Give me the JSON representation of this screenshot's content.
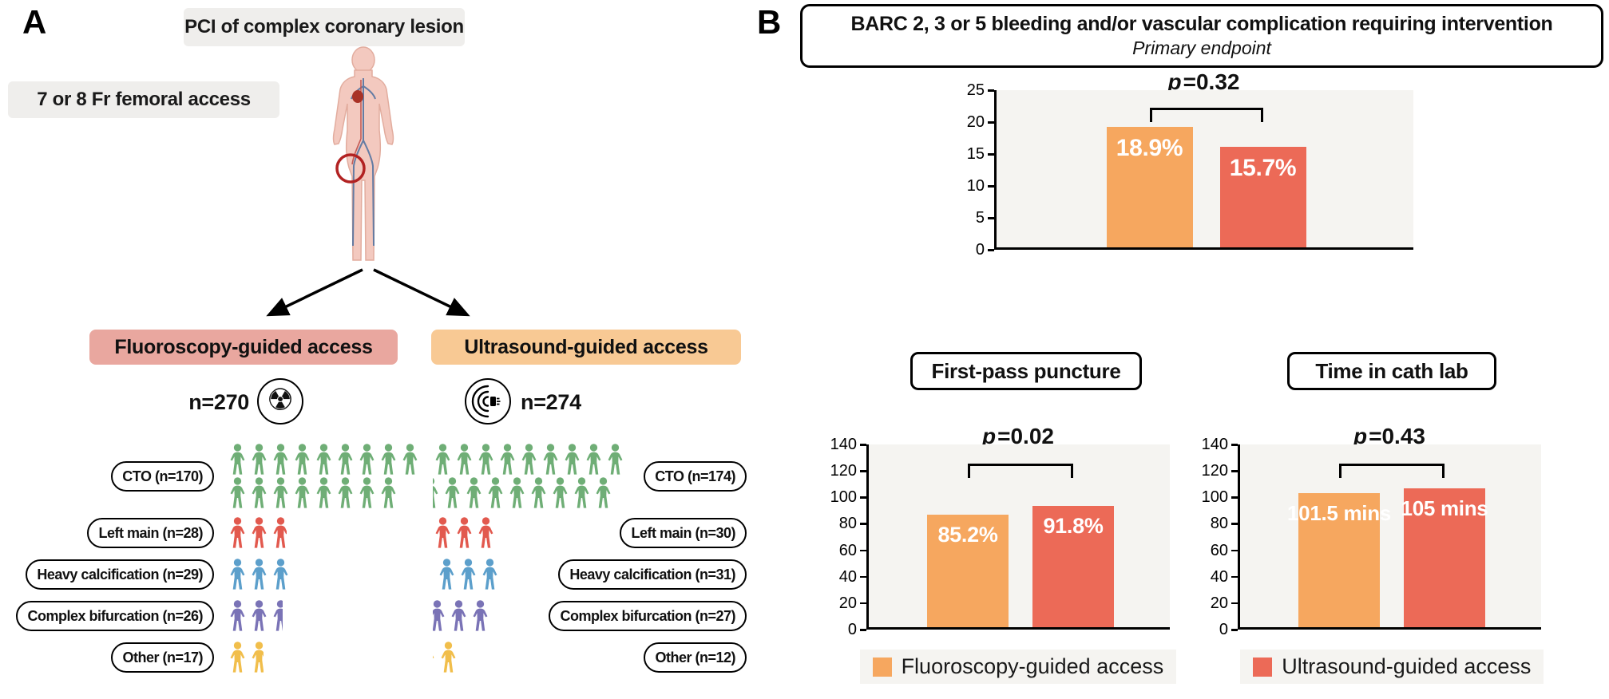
{
  "figure": {
    "panelA": {
      "label": "A",
      "top_box": "PCI of complex coronary lesion",
      "access_box": "7 or 8 Fr femoral access",
      "arms": [
        {
          "name": "Fluoroscopy-guided access",
          "n_label": "n=270",
          "icon": "radiation-icon"
        },
        {
          "name": "Ultrasound-guided access",
          "n_label": "n=274",
          "icon": "ultrasound-icon"
        }
      ],
      "patients_per_icon": 10,
      "categories": [
        {
          "key": "cto",
          "left_label": "CTO (n=170)",
          "right_label": "CTO (n=174)",
          "left_n": 170,
          "right_n": 174,
          "color": "#6FAE76"
        },
        {
          "key": "left-main",
          "left_label": "Left main (n=28)",
          "right_label": "Left main (n=30)",
          "left_n": 28,
          "right_n": 30,
          "color": "#E2594E"
        },
        {
          "key": "heavy-calcification",
          "left_label": "Heavy calcification (n=29)",
          "right_label": "Heavy calcification (n=31)",
          "left_n": 29,
          "right_n": 31,
          "color": "#5C9FCB"
        },
        {
          "key": "complex-bifurcation",
          "left_label": "Complex bifurcation (n=26)",
          "right_label": "Complex bifurcation (n=27)",
          "left_n": 26,
          "right_n": 27,
          "color": "#7A73B6"
        },
        {
          "key": "other",
          "left_label": "Other (n=17)",
          "right_label": "Other (n=12)",
          "left_n": 17,
          "right_n": 12,
          "color": "#F1BE4B"
        }
      ]
    },
    "panelB": {
      "label": "B",
      "title": "BARC 2, 3 or 5 bleeding and/or vascular complication requiring intervention",
      "subtitle": "Primary endpoint",
      "legend": [
        {
          "label": "Fluoroscopy-guided access",
          "color": "#F6A75F"
        },
        {
          "label": "Ultrasound-guided access",
          "color": "#EC6A57"
        }
      ]
    }
  },
  "chart_data": [
    {
      "type": "bar",
      "title": "BARC 2, 3 or 5 bleeding and/or vascular complication requiring intervention",
      "subtitle": "Primary endpoint",
      "categories": [
        "Fluoroscopy-guided access",
        "Ultrasound-guided access"
      ],
      "values": [
        18.9,
        15.7
      ],
      "bar_labels": [
        "18.9%",
        "15.7%"
      ],
      "p_value": "p=0.32",
      "ylim": [
        0,
        25
      ],
      "yticks": [
        0,
        5,
        10,
        15,
        20,
        25
      ],
      "unit": "%",
      "legend_position": "bottom",
      "grid": false
    },
    {
      "type": "bar",
      "title": "First-pass puncture",
      "categories": [
        "Fluoroscopy-guided access",
        "Ultrasound-guided access"
      ],
      "values": [
        85.2,
        91.8
      ],
      "bar_labels": [
        "85.2%",
        "91.8%"
      ],
      "p_value": "p=0.02",
      "ylim": [
        0,
        140
      ],
      "yticks": [
        0,
        20,
        40,
        60,
        80,
        100,
        120,
        140
      ],
      "unit": "%",
      "grid": false
    },
    {
      "type": "bar",
      "title": "Time in cath lab",
      "categories": [
        "Fluoroscopy-guided access",
        "Ultrasound-guided access"
      ],
      "values": [
        101.5,
        105
      ],
      "bar_labels": [
        "101.5 mins",
        "105 mins"
      ],
      "p_value": "p=0.43",
      "ylim": [
        0,
        140
      ],
      "yticks": [
        0,
        20,
        40,
        60,
        80,
        100,
        120,
        140
      ],
      "unit": "mins",
      "grid": false
    }
  ],
  "colors": {
    "bars": [
      "#F6A75F",
      "#EC6A57"
    ],
    "arm_boxes": [
      "#E9A79F",
      "#F8C994"
    ],
    "gray_box": "#EFEEEC",
    "plot_bg": "#F5F4F1",
    "legend_bg": "#F5F4F1"
  }
}
